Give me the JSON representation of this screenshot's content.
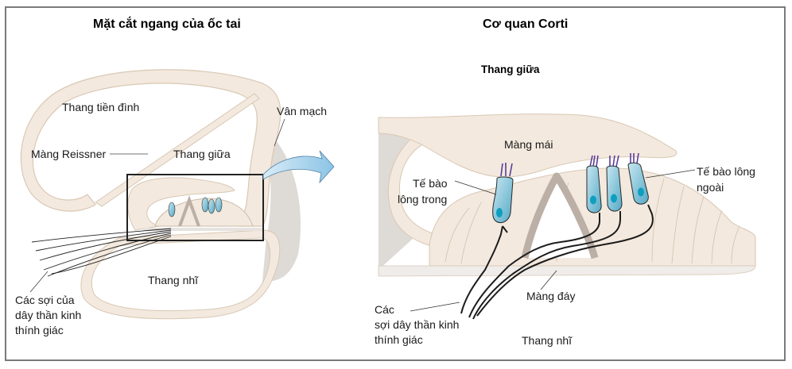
{
  "left_panel": {
    "title": "Mặt cắt ngang của ốc tai",
    "labels": {
      "scala_vestibuli": "Thang tiền đình",
      "stria_vascularis": "Vân mạch",
      "reissner_membrane": "Màng Reissner",
      "scala_media": "Thang giữa",
      "scala_tympani": "Thang nhĩ",
      "nerve_fibers": [
        "Các sợi của",
        "dây thần kinh",
        "thính giác"
      ]
    }
  },
  "right_panel": {
    "title": "Cơ quan Corti",
    "subtitle": "Thang giữa",
    "labels": {
      "tectorial_membrane": "Màng mái",
      "inner_hair_cell": [
        "Tế bào",
        "lông trong"
      ],
      "outer_hair_cells": [
        "Tế bào lông",
        "ngoài"
      ],
      "basilar_membrane": "Màng đáy",
      "nerve_fibers": [
        "Các",
        "sợi dây thần kinh",
        "thính giác"
      ],
      "scala_tympani": "Thang nhĩ"
    }
  },
  "colors": {
    "tissue": "#f3e9de",
    "tissue_stroke": "#d9c8b4",
    "shadow": "#dedad6",
    "pillar": "#bbafa6",
    "hair_cell": "#7fc3d8",
    "hair_cell_nucleus": "#0e9fbf",
    "stereocilia": "#5b3e9a",
    "arrow": "#9cc9e6",
    "frame": "#7a7a7a"
  }
}
